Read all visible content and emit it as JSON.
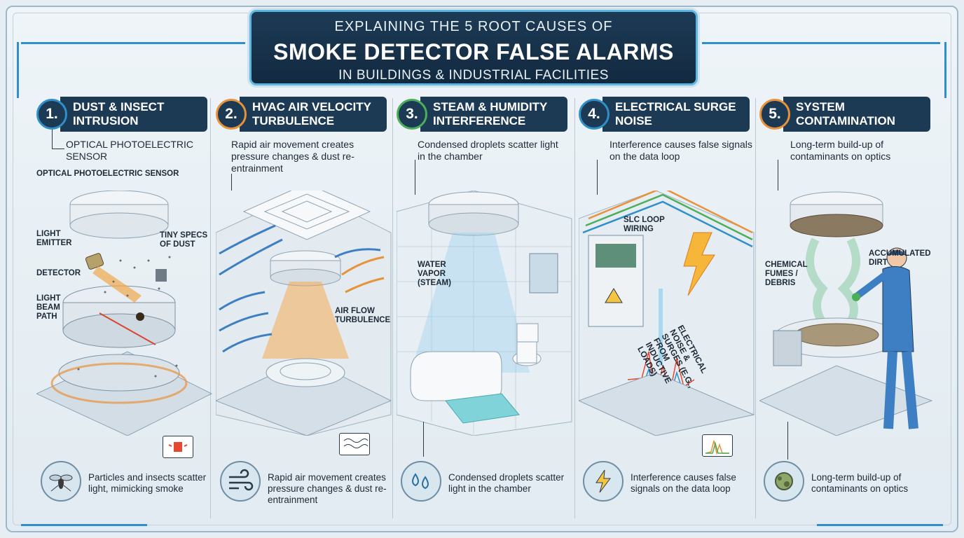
{
  "title": {
    "top": "EXPLAINING THE 5 ROOT CAUSES OF",
    "main": "SMOKE DETECTOR FALSE ALARMS",
    "sub": "IN BUILDINGS & INDUSTRIAL FACILITIES"
  },
  "colors": {
    "navy": "#1d3a55",
    "cause1": "#2f8fc9",
    "cause2": "#e8923a",
    "cause3": "#4cae5a",
    "cause4": "#2f8fc9",
    "cause5": "#e8923a"
  },
  "causes": [
    {
      "number": "1.",
      "heading": "DUST & INSECT INTRUSION",
      "description": "OPTICAL PHOTOELECTRIC SENSOR",
      "callouts": [
        "OPTICAL PHOTOELECTRIC SENSOR",
        "LIGHT EMITTER",
        "TINY SPECS OF DUST",
        "DETECTOR",
        "LIGHT BEAM PATH"
      ],
      "bottom_icon": "mosquito-icon",
      "bottom_text": "Particles and insects scatter light, mimicking smoke"
    },
    {
      "number": "2.",
      "heading": "HVAC AIR VELOCITY TURBULENCE",
      "description": "Rapid air movement creates pressure changes & dust re-entrainment",
      "callouts": [
        "AIR FLOW TURBULENCE"
      ],
      "bottom_icon": "wind-icon",
      "bottom_text": "Rapid air movement creates pressure changes & dust re-entrainment"
    },
    {
      "number": "3.",
      "heading": "STEAM & HUMIDITY INTERFERENCE",
      "description": "Condensed droplets scatter light in the chamber",
      "callouts": [
        "WATER VAPOR (STEAM)"
      ],
      "bottom_icon": "droplets-icon",
      "bottom_text": "Condensed droplets scatter light in the chamber"
    },
    {
      "number": "4.",
      "heading": "ELECTRICAL SURGE NOISE",
      "description": "Interference causes false signals on the data loop",
      "callouts": [
        "SLC LOOP WIRING",
        "ELECTRICAL NOISE & SURGES (e.g., from inductive loads)"
      ],
      "bottom_icon": "lightning-icon",
      "bottom_text": "Interference causes false signals on the data loop"
    },
    {
      "number": "5.",
      "heading": "SYSTEM CONTAMINATION",
      "description": "Long-term build-up of contaminants on optics",
      "callouts": [
        "CHEMICAL FUMES / DEBRIS",
        "ACCUMULATED DIRT"
      ],
      "bottom_icon": "contamination-icon",
      "bottom_text": "Long-term build-up of contaminants on optics"
    }
  ]
}
